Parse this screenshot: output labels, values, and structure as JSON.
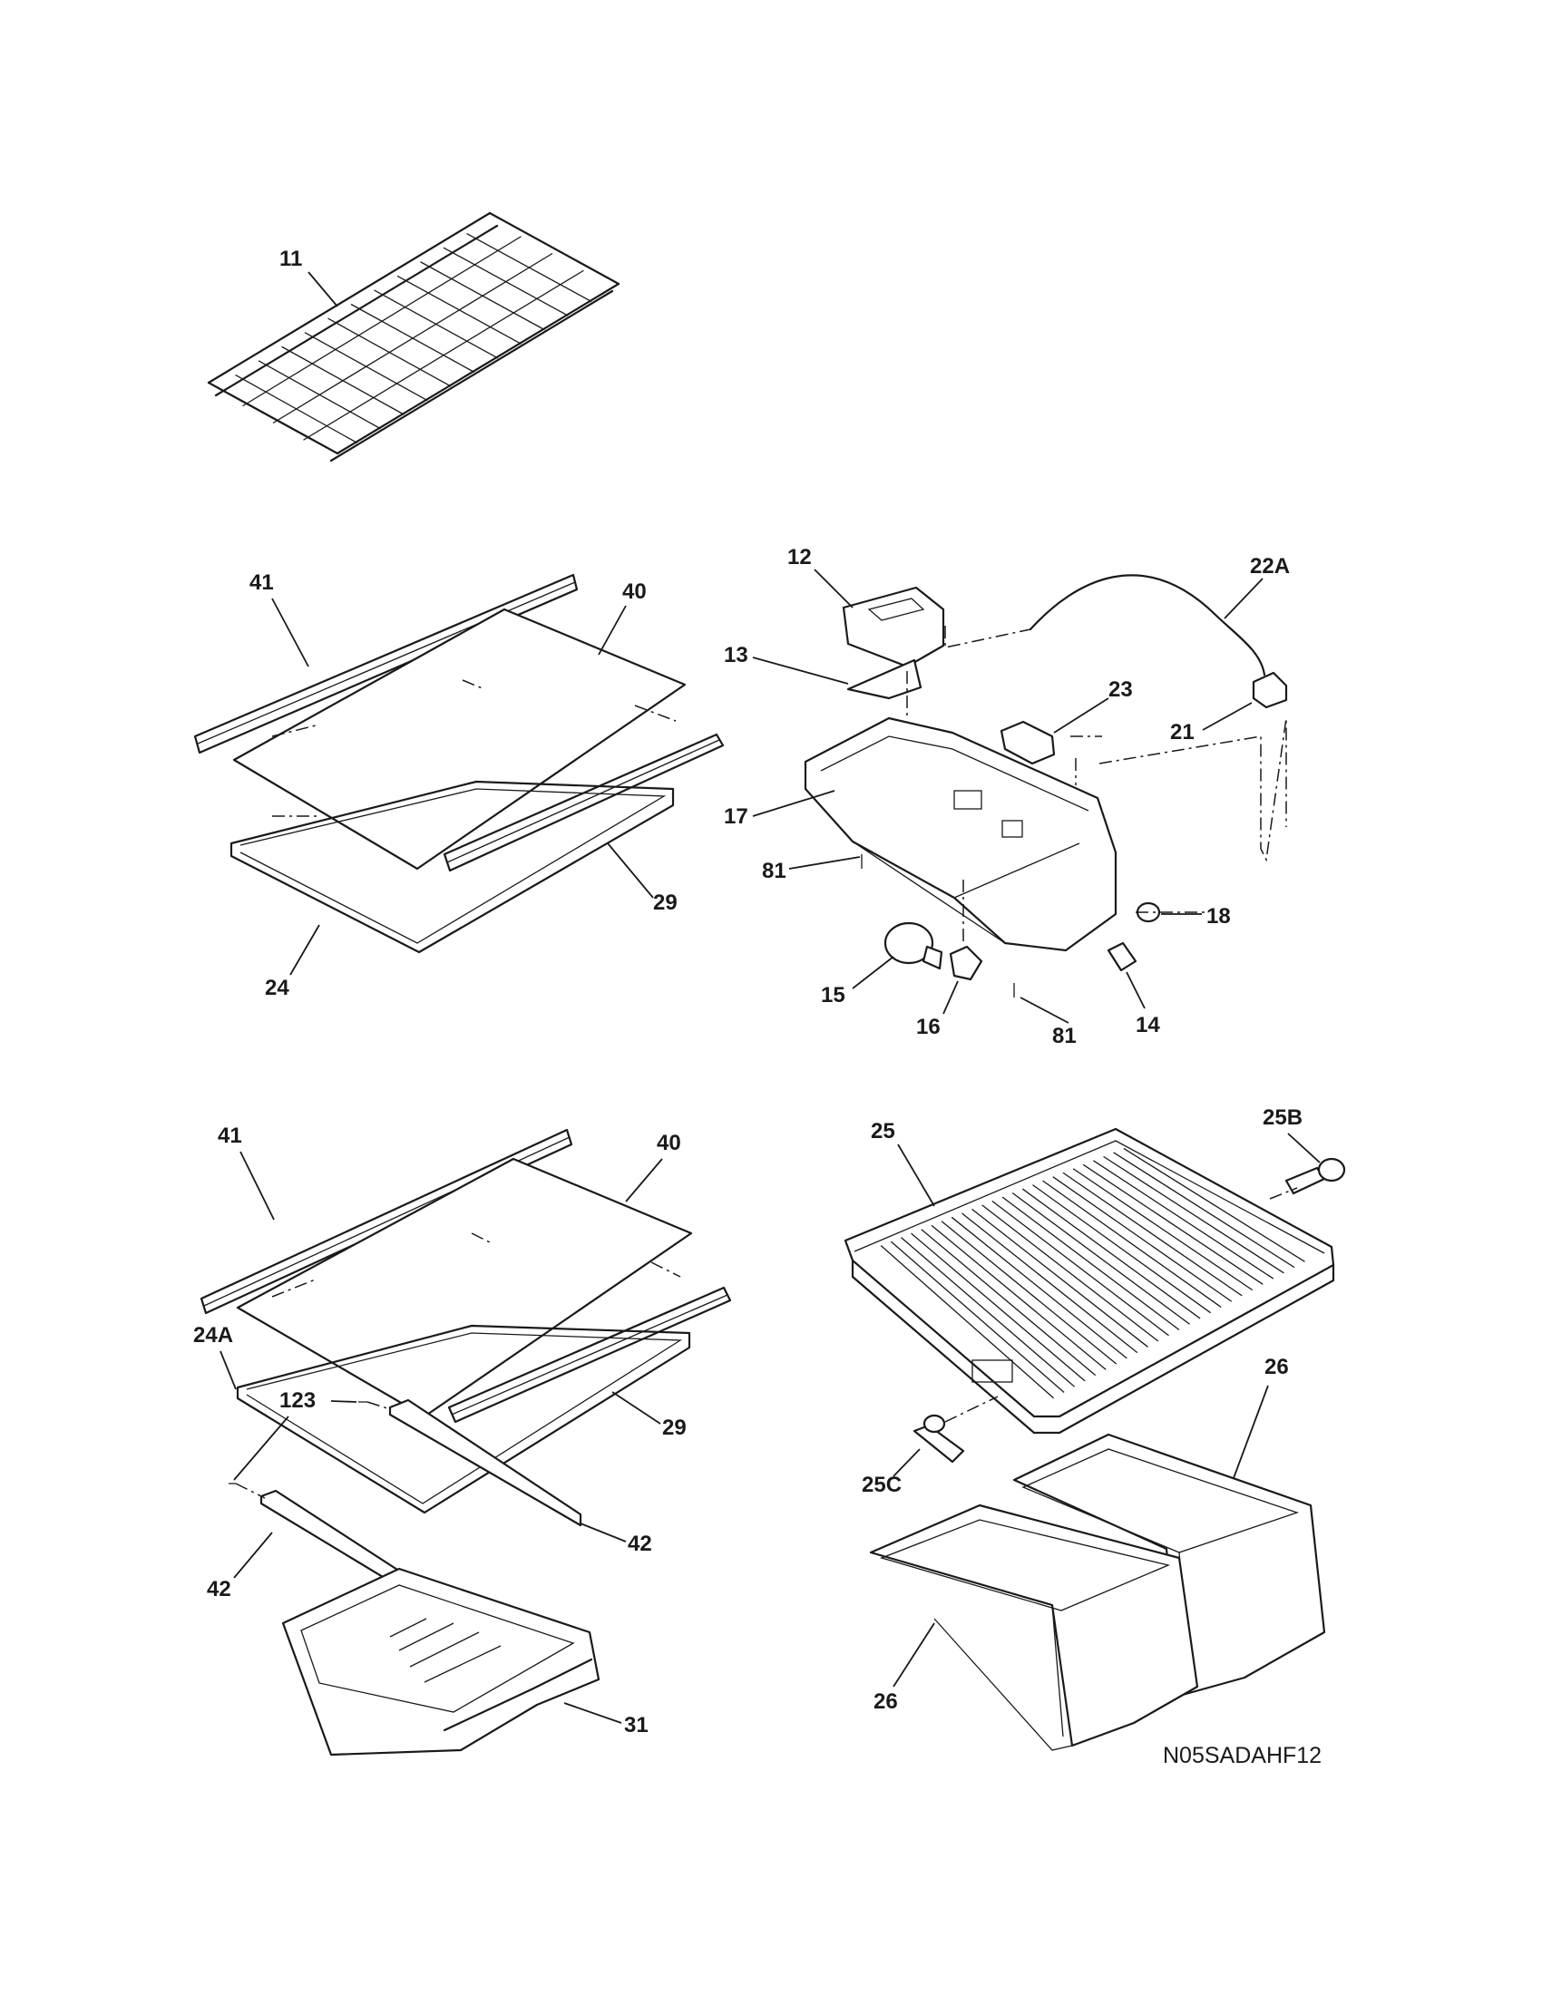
{
  "diagram_code": "N05SADAHF12",
  "callouts": {
    "c11": "11",
    "c41a": "41",
    "c40a": "40",
    "c29a": "29",
    "c24": "24",
    "c12": "12",
    "c13": "13",
    "c17": "17",
    "c81a": "81",
    "c15": "15",
    "c16": "16",
    "c81b": "81",
    "c14": "14",
    "c18": "18",
    "c21": "21",
    "c22a": "22A",
    "c23": "23",
    "c41b": "41",
    "c40b": "40",
    "c24a": "24A",
    "c123": "123",
    "c29b": "29",
    "c42a": "42",
    "c42b": "42",
    "c31": "31",
    "c25": "25",
    "c25b": "25B",
    "c25c": "25C",
    "c26a": "26",
    "c26b": "26"
  }
}
